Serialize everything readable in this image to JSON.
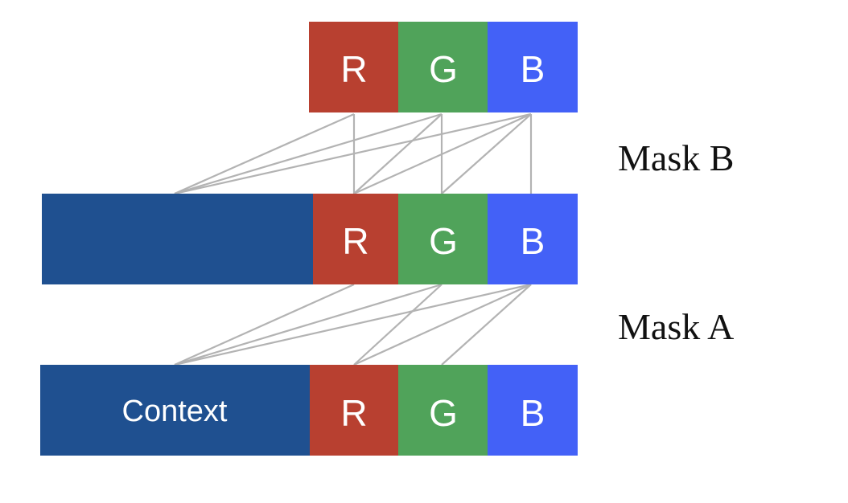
{
  "colors": {
    "red": "#b84030",
    "green": "#50a35a",
    "blue": "#4361f7",
    "context": "#1f5090",
    "connection": "#b3b3b3"
  },
  "rows": {
    "top": {
      "r": "R",
      "g": "G",
      "b": "B"
    },
    "middle": {
      "r": "R",
      "g": "G",
      "b": "B"
    },
    "bottom": {
      "context": "Context",
      "r": "R",
      "g": "G",
      "b": "B"
    }
  },
  "masks": {
    "b_label": "Mask B",
    "a_label": "Mask A"
  }
}
